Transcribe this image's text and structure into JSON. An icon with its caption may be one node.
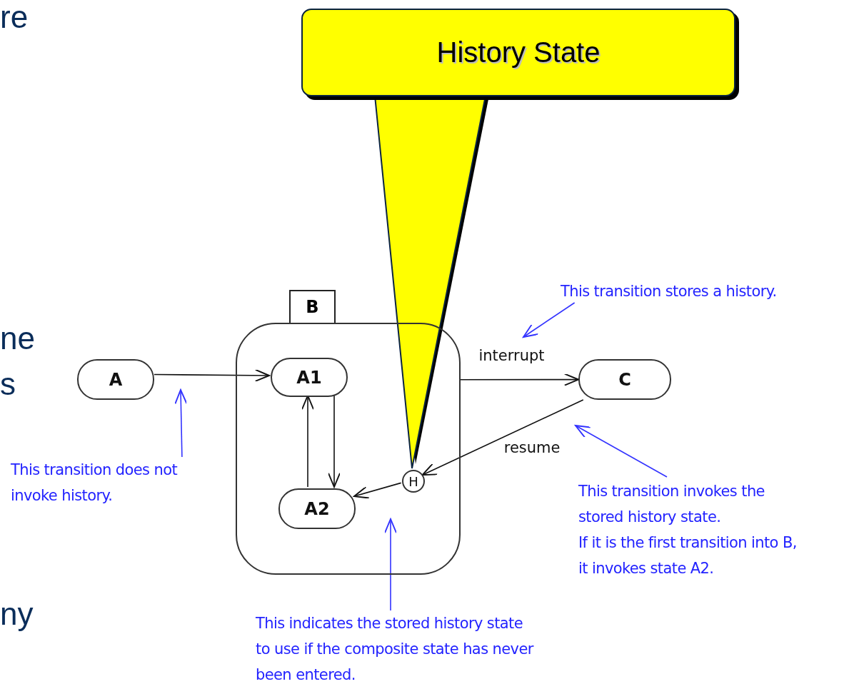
{
  "diagram": {
    "nodes": [
      {
        "text": [
          "History State"
        ]
      },
      {
        "text": [
          "B"
        ]
      },
      {
        "text": [
          "A"
        ]
      },
      {
        "text": [
          "A1"
        ],
        "in": 1
      },
      {
        "text": [
          "A2"
        ],
        "in": 1
      },
      {
        "text": [
          "H"
        ],
        "in": 1
      },
      {
        "text": [
          "C"
        ]
      },
      {
        "text": [
          "This transition does not invoke history."
        ]
      },
      {
        "text": [
          "This transition stores a history."
        ]
      },
      {
        "text": [
          "This transition invokes the stored history state.",
          "If it is the first transition into B, it invokes state A2."
        ]
      },
      {
        "text": [
          "This indicates the stored history state to use if the composite state has never been entered."
        ]
      }
    ],
    "edges": [
      {
        "from": 2,
        "to": 3,
        "arrow": "to"
      },
      {
        "from": 3,
        "to": 4,
        "arrow": "to"
      },
      {
        "from": 4,
        "to": 3,
        "arrow": "to"
      },
      {
        "from": 1,
        "to": 6,
        "arrow": "to",
        "label": "interrupt"
      },
      {
        "from": 6,
        "to": 5,
        "arrow": "to",
        "label": "resume"
      },
      {
        "from": 5,
        "to": 4,
        "arrow": "to"
      },
      {
        "from": 0,
        "to": 5,
        "arrow": "none",
        "color": "#ffff00",
        "style": "thick"
      },
      {
        "from": 7,
        "to": null,
        "arrow": "to",
        "color": "#3333ff"
      },
      {
        "from": 8,
        "to": null,
        "arrow": "to",
        "color": "#3333ff"
      },
      {
        "from": 9,
        "to": null,
        "arrow": "to",
        "color": "#3333ff"
      },
      {
        "from": 10,
        "to": null,
        "arrow": "to",
        "color": "#3333ff"
      }
    ],
    "labels": [
      "re",
      "ne",
      "s",
      "ny"
    ]
  }
}
